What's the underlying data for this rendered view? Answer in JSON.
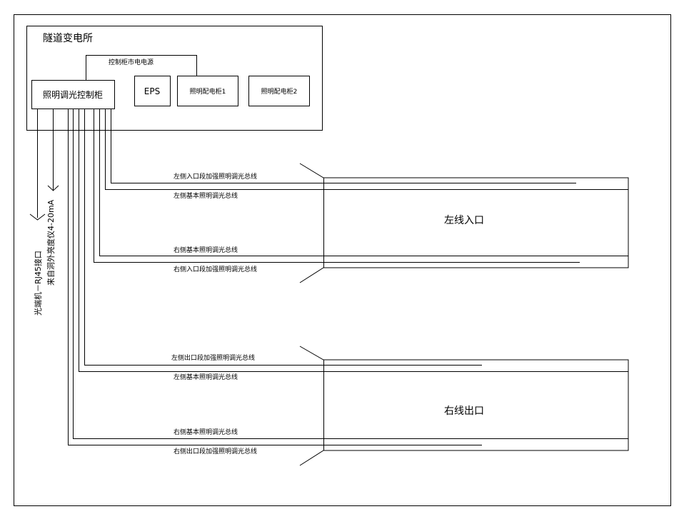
{
  "substation": {
    "title": "隧道变电所",
    "power_label": "控制柜市电电源",
    "control_cabinet": "照明调光控制柜",
    "eps": "EPS",
    "panel1": "照明配电柜1",
    "panel2": "照明配电柜2"
  },
  "side_labels": {
    "fiber": "光端机－RJ45接口",
    "luminance": "来自洞外亮度仪4-20mA"
  },
  "tunnels": {
    "left_entrance": "左线入口",
    "right_exit": "右线出口"
  },
  "bus_labels": {
    "l1": "左侧入口段加强照明调光总线",
    "l2": "左侧基本照明调光总线",
    "l3": "右侧基本照明调光总线",
    "l4": "右侧入口段加强照明调光总线",
    "r1": "左侧出口段加强照明调光总线",
    "r2": "左侧基本照明调光总线",
    "r3": "右侧基本照明调光总线",
    "r4": "右侧出口段加强照明调光总线"
  }
}
